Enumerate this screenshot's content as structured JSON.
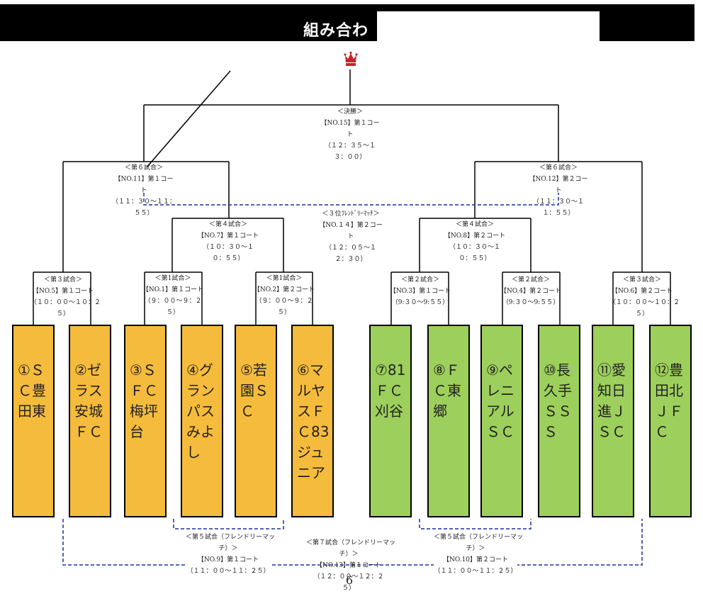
{
  "header": {
    "title": "組み合わ"
  },
  "colors": {
    "orange_team": "#f5bb3c",
    "green_team": "#9dcf5c",
    "friendly_line": "#1a2e9e"
  },
  "icons": {
    "crown": "crown-icon"
  },
  "matches": {
    "final": [
      "＜決勝＞",
      "【NO.15】第１コー",
      "ト",
      "（１２：３５～１",
      "３：００）"
    ],
    "m6_left": [
      "＜第６試合＞",
      "【NO.11】第１コー",
      "ト",
      "（１１：３０～１１：",
      "５５）"
    ],
    "m6_right": [
      "＜第６試合＞",
      "【NO.12】第２コー",
      "ト",
      "（１１：３０～１",
      "１：５５）"
    ],
    "third_place": [
      "＜３位ﾌﾚﾝﾄﾞﾘｰﾏｯﾁ＞",
      "【NO.１４】第２コー",
      "ト",
      "（１２：０５～１",
      "２：３０）"
    ],
    "m4_left": [
      "＜第４試合＞",
      "【NO.7】第１コート",
      "（１０：３０～１",
      "０：５５）"
    ],
    "m4_right": [
      "＜第４試合＞",
      "【NO.8】第２コート",
      "（１０：３０～１",
      "０：５５）"
    ],
    "m3_left": [
      "＜第３試合＞",
      "【NO.5】第１コート",
      "（１０：００～１０：２",
      "５）"
    ],
    "m3_right": [
      "＜第３試合＞",
      "【NO.6】第２コート",
      "（１０：００～１０：２",
      "５）"
    ],
    "m1_a": [
      "＜第1試合＞",
      "【NO.1】第１コート",
      "（９：００～９：２",
      "５）"
    ],
    "m1_b": [
      "＜第1試合＞",
      "【NO.2】第２コート",
      "（９：００～９：２",
      "５）"
    ],
    "m2_a": [
      "＜第２試合＞",
      "【NO.3】第１コート",
      "（9:３０～9:５５）"
    ],
    "m2_b": [
      "＜第２試合＞",
      "【NO.4】第２コート",
      "（9:３０～9:５５）"
    ],
    "m5_left": [
      "＜第５試合（フレンドリーマッ",
      "チ）＞",
      "【NO.9】第１コート",
      "（１１：００～１１：２５）"
    ],
    "m5_right": [
      "＜第５試合（フレンドリーマッ",
      "チ）＞",
      "【NO.10】第２コート",
      "（１１：００～１１：２５）"
    ],
    "m7": [
      "＜第７試合（フレンドリーマッ",
      "チ）＞",
      "【NO.13】第１コート",
      "（１２：００～１２：２",
      "５）"
    ]
  },
  "footer_mark": "6",
  "teams": [
    {
      "name": "①ＳＣ豊田東",
      "color": "orange"
    },
    {
      "name": "②ゼラス安城ＦＣ",
      "color": "orange"
    },
    {
      "name": "③ＳＦＣ梅坪台",
      "color": "orange"
    },
    {
      "name": "④グランパスみよし",
      "color": "orange"
    },
    {
      "name": "⑤若園ＳＣ",
      "color": "orange"
    },
    {
      "name": "⑥マルヤスＦＣ83ジュニア",
      "color": "orange"
    },
    {
      "name": "⑦81ＦＣ刈谷",
      "color": "green"
    },
    {
      "name": "⑧ＦＣ東郷",
      "color": "green"
    },
    {
      "name": "⑨ペレニアルＳＣ",
      "color": "green"
    },
    {
      "name": "⑩長久手ＳＳＳ",
      "color": "green"
    },
    {
      "name": "⑪愛知日進ＪＳＣ",
      "color": "green"
    },
    {
      "name": "⑫豊田北ＪＦＣ",
      "color": "green"
    }
  ]
}
